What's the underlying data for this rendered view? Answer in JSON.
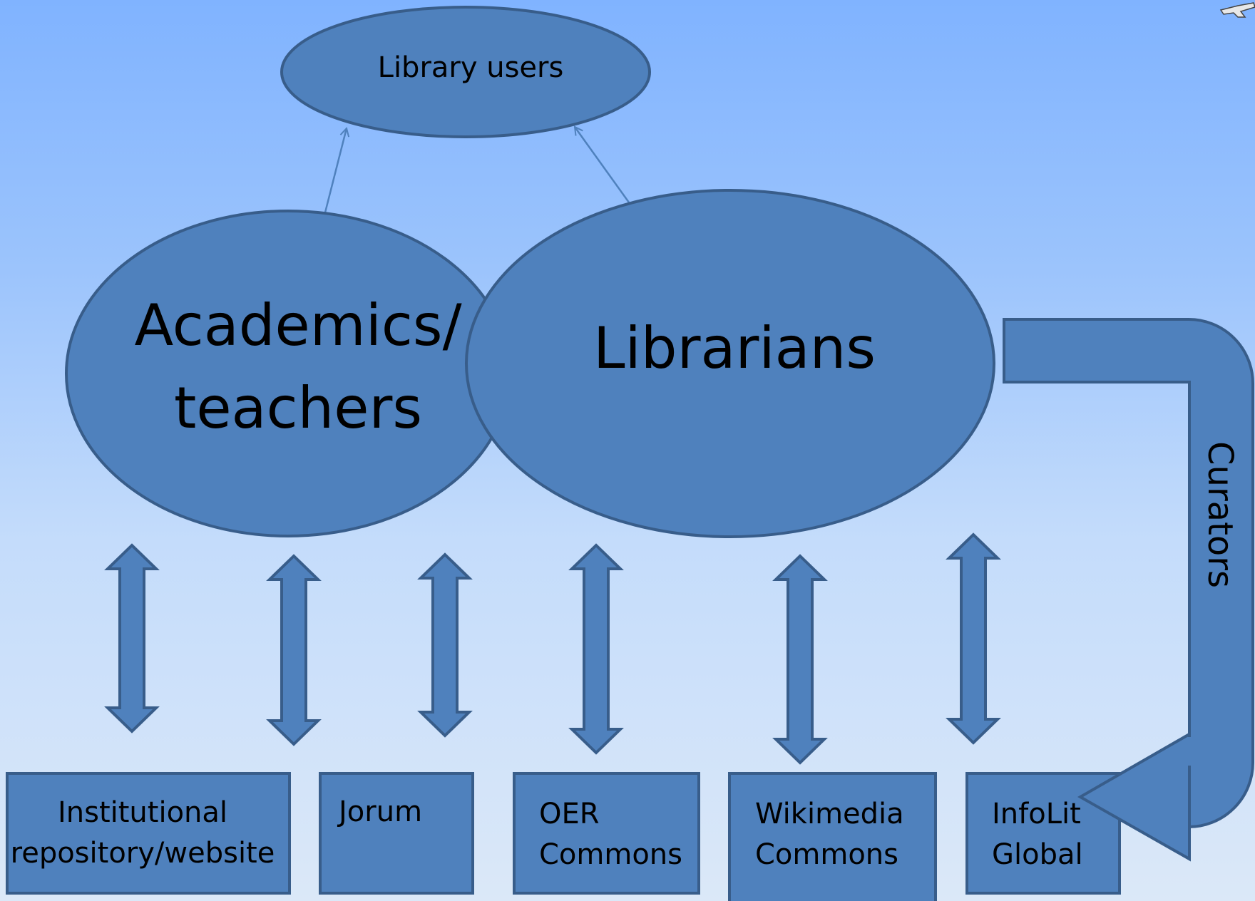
{
  "title": "",
  "nodes": {
    "library_users": "Library users",
    "academics_line1": "Academics/",
    "academics_line2": "teachers",
    "librarians": "Librarians",
    "curators": "Curators"
  },
  "repositories": [
    {
      "line1": "Institutional",
      "line2": "repository/website"
    },
    {
      "line1": "Jorum",
      "line2": ""
    },
    {
      "line1": "OER",
      "line2": "Commons"
    },
    {
      "line1": "Wikimedia",
      "line2": "Commons"
    },
    {
      "line1": "InfoLit",
      "line2": "Global"
    }
  ],
  "colors": {
    "shape_fill": "#4f81bd",
    "shape_stroke": "#385d8a",
    "text": "#000000"
  }
}
